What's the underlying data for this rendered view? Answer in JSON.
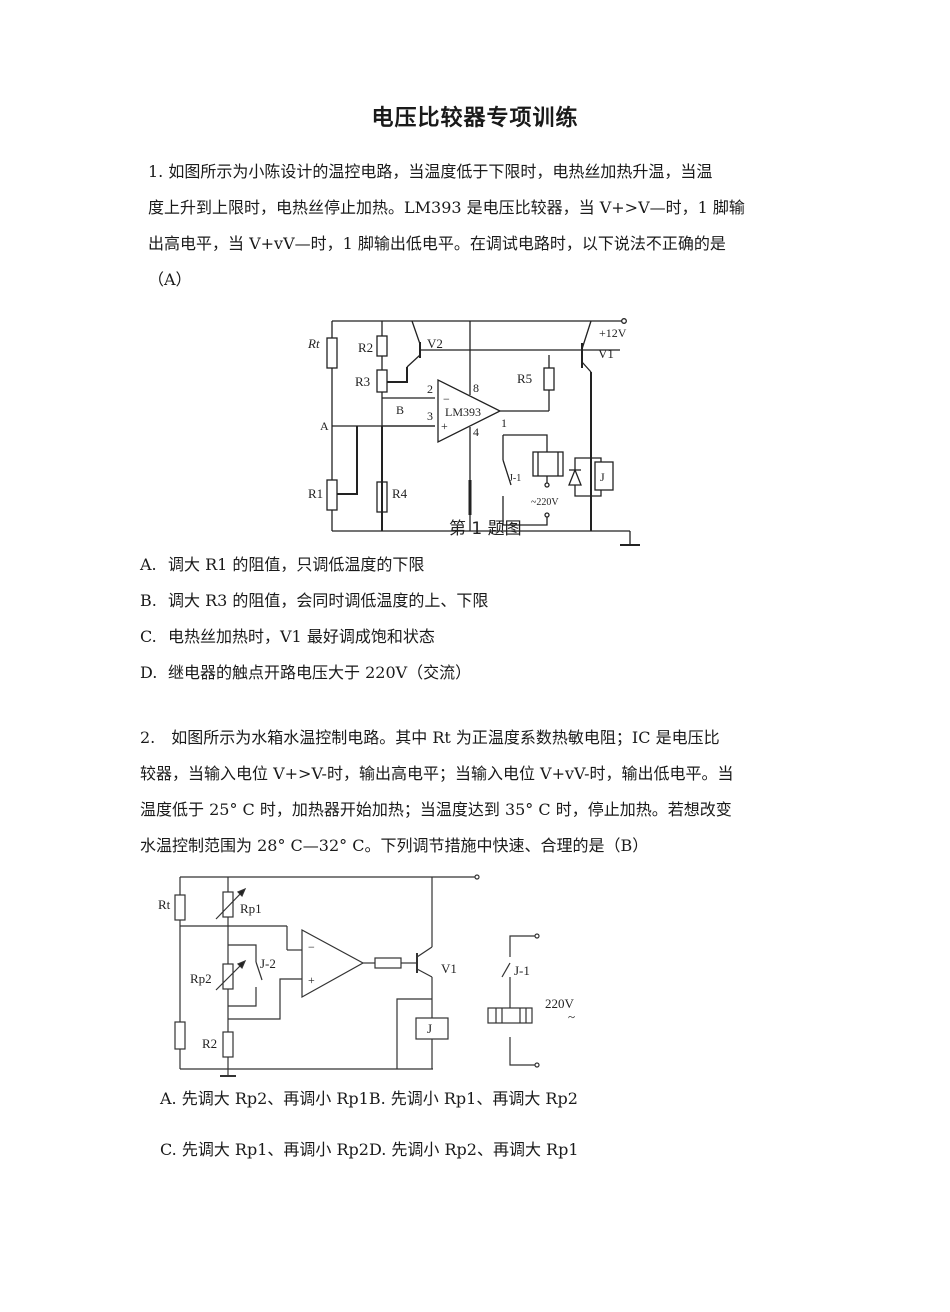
{
  "document": {
    "title": "电压比较器专项训练"
  },
  "question1": {
    "lines": [
      "1. 如图所示为小陈设计的温控电路，当温度低于下限时，电热丝加热升温，当温",
      "度上升到上限时，电热丝停止加热。LM393 是电压比较器，当 V+>V—时，1 脚输",
      "出高电平，当 V+vV—时，1 脚输出低电平。在调试电路时，以下说法不正确的是",
      "（A）"
    ],
    "figure": {
      "caption": "第 1 题图",
      "labels": {
        "rt": "Rt",
        "r1": "R1",
        "r2": "R2",
        "r3": "R3",
        "r4": "R4",
        "r5": "R5",
        "v1": "V1",
        "v2": "V2",
        "ic": "LM393",
        "vcc": "+12V",
        "node_a": "A",
        "node_b": "B",
        "pin2": "2",
        "pin3": "3",
        "pin8": "8",
        "pin4": "4",
        "pin1": "1",
        "minus": "−",
        "plus": "+",
        "relay": "J",
        "contact": "J-1",
        "mains": "~220V"
      }
    },
    "options": [
      {
        "key": "A.",
        "text": "调大 R1 的阻值，只调低温度的下限"
      },
      {
        "key": "B.",
        "text": "调大 R3 的阻值，会同时调低温度的上、下限"
      },
      {
        "key": "C.",
        "text": "电热丝加热时，V1 最好调成饱和状态"
      },
      {
        "key": "D.",
        "text": "继电器的触点开路电压大于 220V（交流）"
      }
    ]
  },
  "question2": {
    "lines": [
      "2.　如图所示为水箱水温控制电路。其中 Rt 为正温度系数热敏电阻；IC 是电压比",
      "较器，当输入电位 V+>V-时，输出高电平；当输入电位 V+vV-时，输出低电平。当",
      "温度低于 25° C 时，加热器开始加热；当温度达到 35° C 时，停止加热。若想改变",
      "水温控制范围为 28° C—32° C。下列调节措施中快速、合理的是（B）"
    ],
    "figure": {
      "labels": {
        "rt": "Rt",
        "rp1": "Rp1",
        "rp2": "Rp2",
        "r2": "R2",
        "v1": "V1",
        "j2": "J-2",
        "j1": "J-1",
        "relay": "J",
        "mains": "220V",
        "ac": "~",
        "minus": "−",
        "plus": "+"
      }
    },
    "options": [
      "A. 先调大 Rp2、再调小 Rp1B. 先调小 Rp1、再调大 Rp2",
      "C. 先调大 Rp1、再调小 Rp2D. 先调小 Rp2、再调大 Rp1"
    ]
  }
}
